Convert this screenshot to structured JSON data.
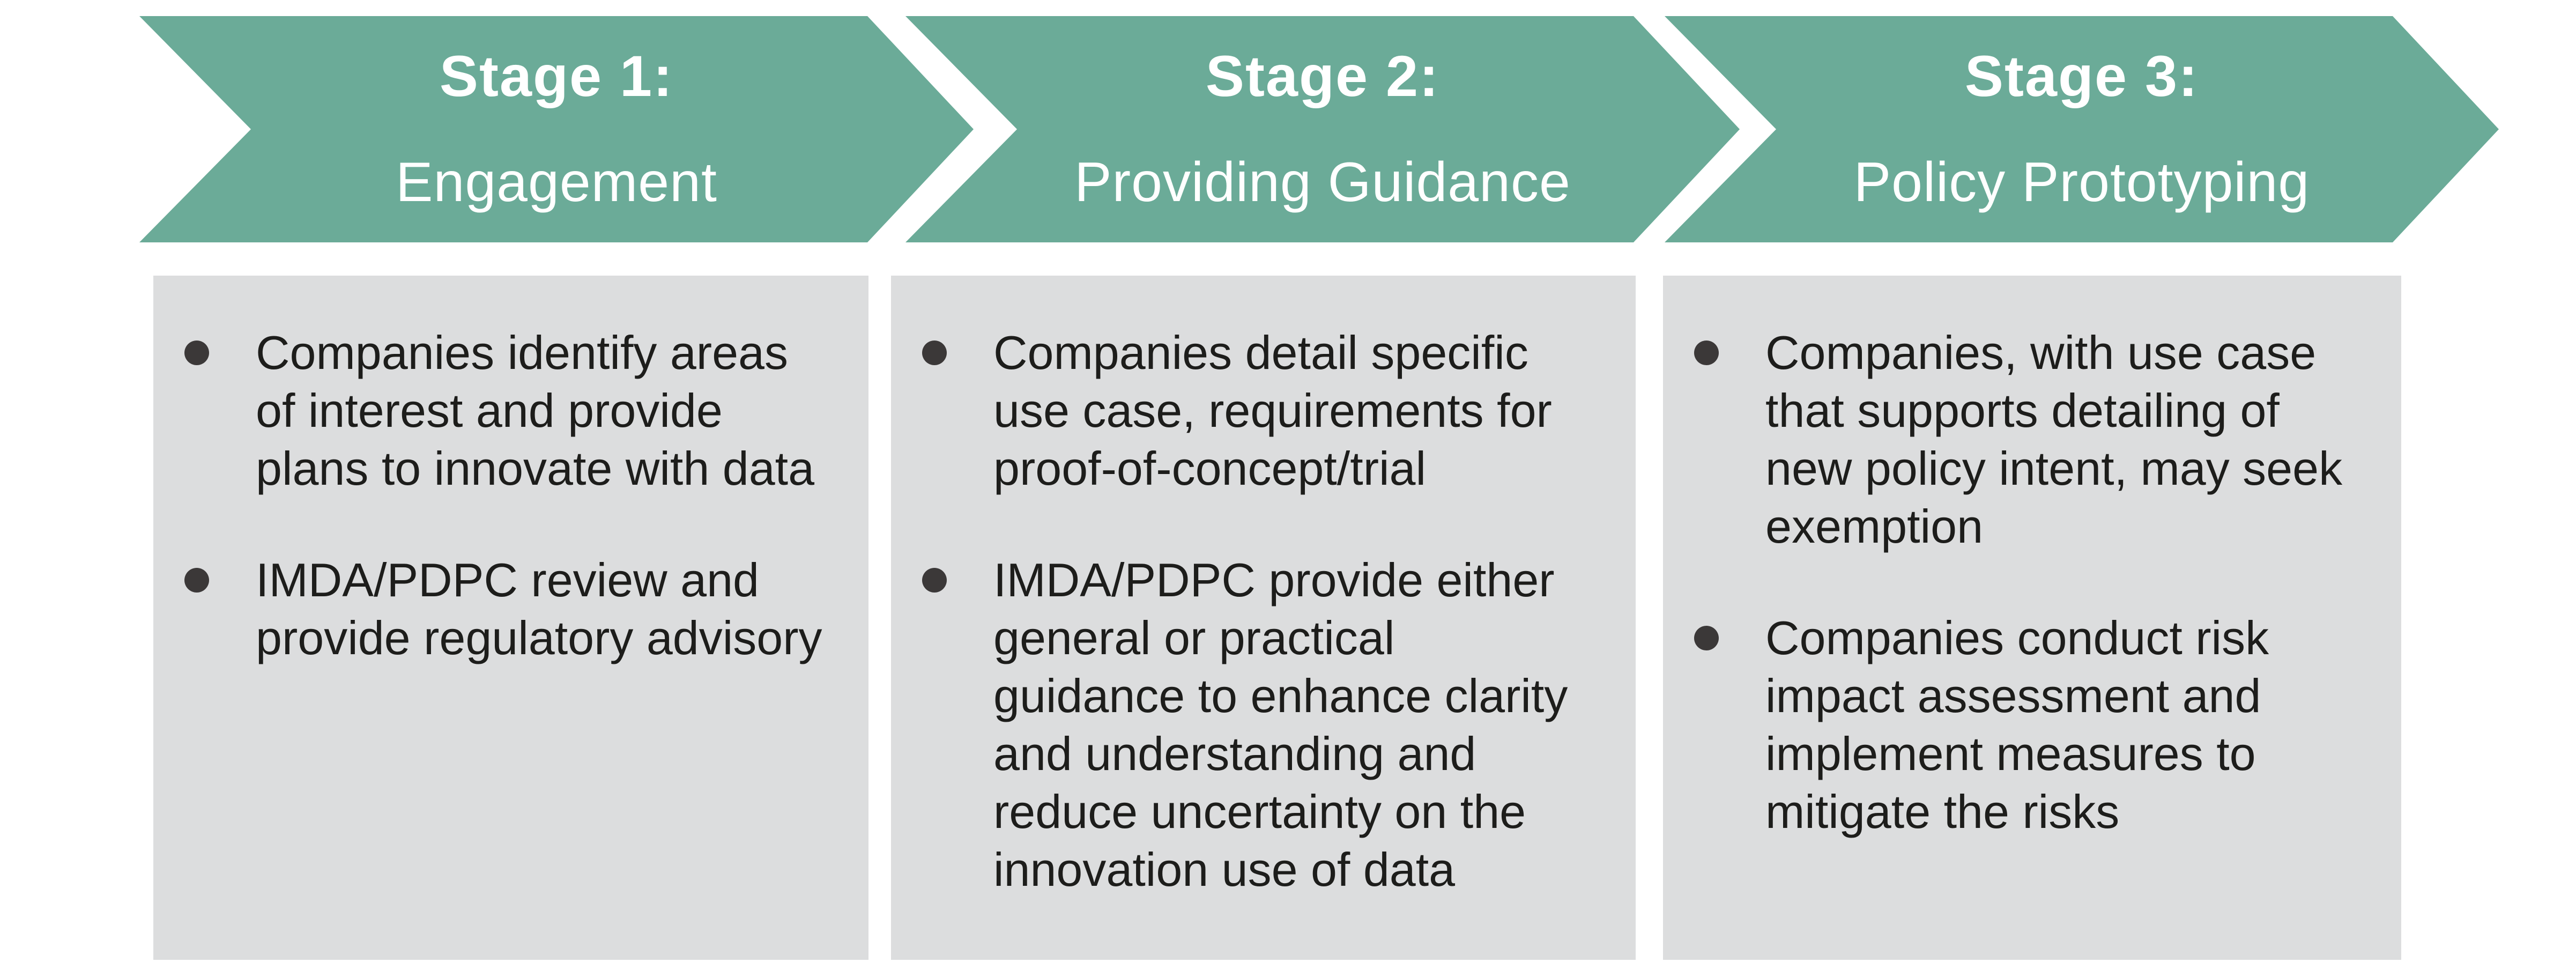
{
  "colors": {
    "chevron_green": "#6bab98",
    "box_gray": "#dcddde",
    "bullet_dark": "#3b3838",
    "heading_text": "#ffffff",
    "body_text": "#1d1d1b"
  },
  "stages": [
    {
      "label": "Stage 1:",
      "title": "Engagement",
      "bullets": [
        "Companies identify areas\nof interest and provide\nplans to innovate with data",
        "IMDA/PDPC review and\nprovide regulatory advisory"
      ]
    },
    {
      "label": "Stage 2:",
      "title": "Providing Guidance",
      "bullets": [
        "Companies detail specific\nuse case, requirements for\nproof-of-concept/trial",
        "IMDA/PDPC provide either\ngeneral or practical\nguidance to enhance clarity\nand understanding and\nreduce uncertainty on the\ninnovation use of data"
      ]
    },
    {
      "label": "Stage 3:",
      "title": "Policy Prototyping",
      "bullets": [
        "Companies, with use case\nthat supports detailing of\nnew policy intent, may seek\nexemption",
        "Companies conduct risk\nimpact assessment and\nimplement measures to\nmitigate the risks"
      ]
    }
  ]
}
